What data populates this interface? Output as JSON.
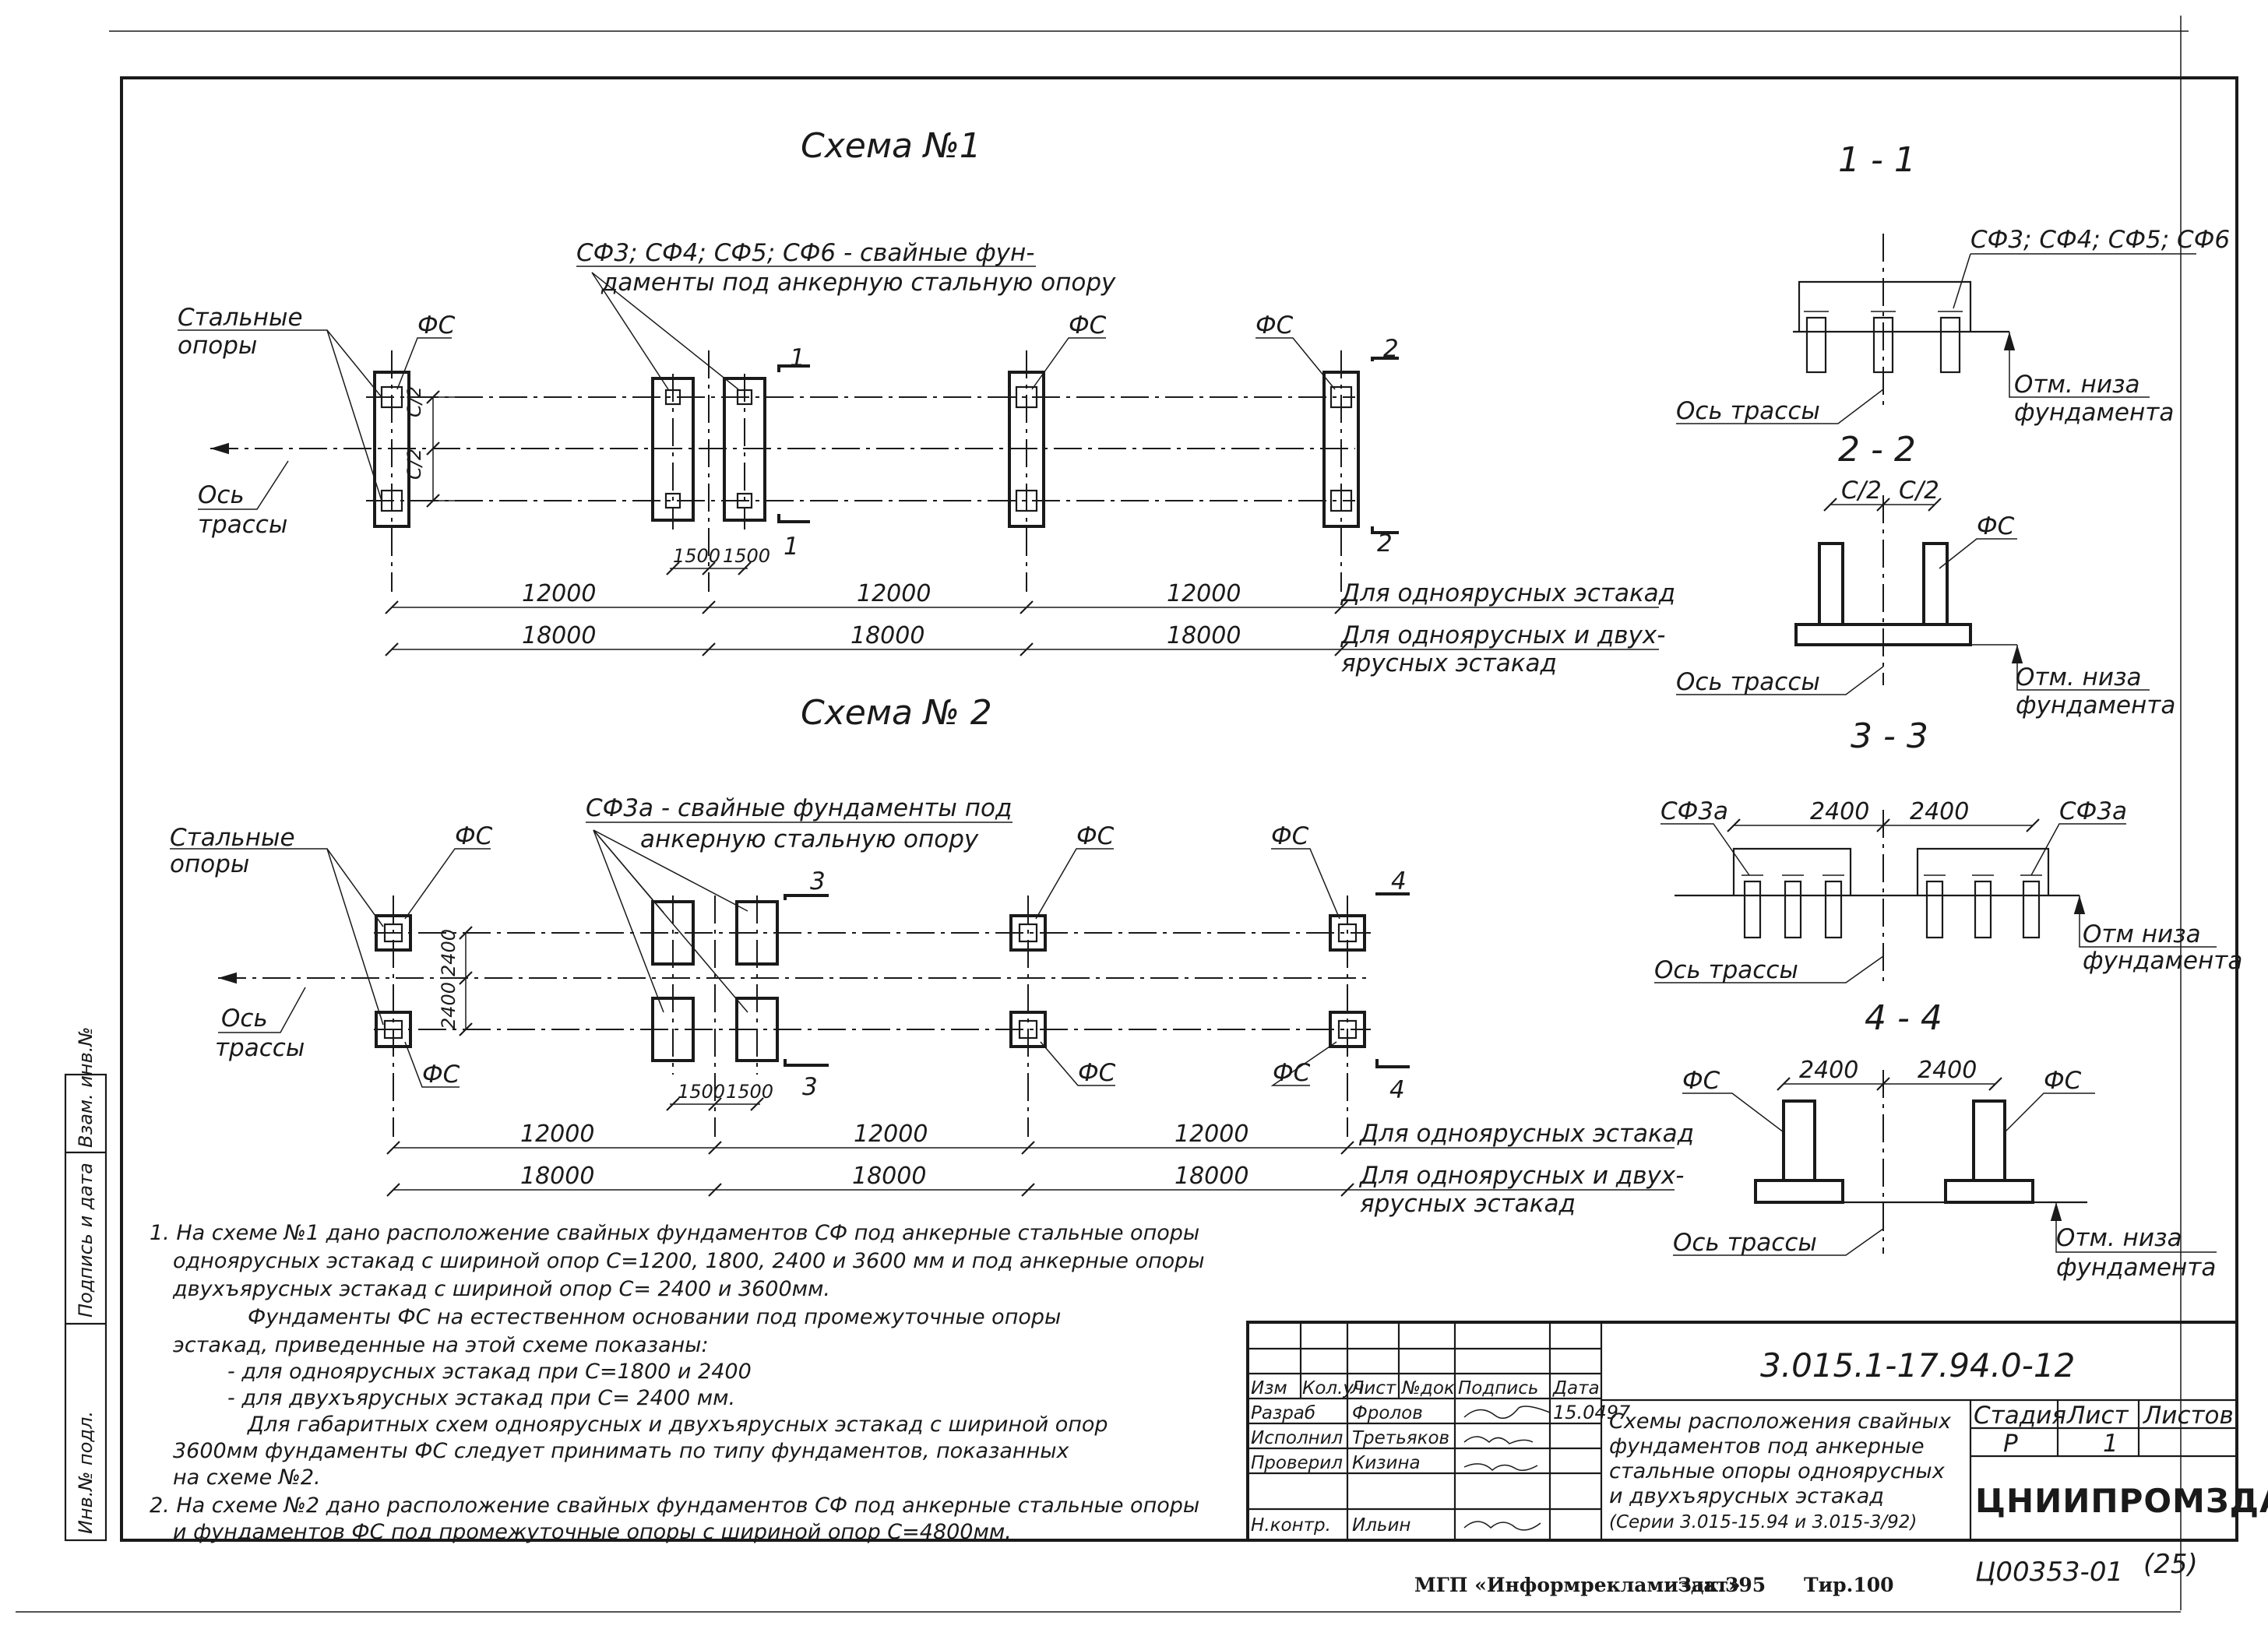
{
  "scheme1": {
    "title": "Схема №1",
    "callout_sf": [
      "СФ3; СФ4; СФ5; СФ6 - свайные фун-",
      "даменты под анкерную стальную опору"
    ],
    "steel_supports": [
      "Стальные",
      "опоры"
    ],
    "axis_label": [
      "Ось",
      "трассы"
    ],
    "fs": "ФС",
    "half_c": "С/2",
    "dim_1500": "1500",
    "section_marks": [
      "1",
      "2"
    ],
    "row1": {
      "values": [
        "12000",
        "12000",
        "12000"
      ],
      "note": "Для одноярусных эстакад"
    },
    "row2": {
      "values": [
        "18000",
        "18000",
        "18000"
      ],
      "note": [
        "Для одноярусных и двух-",
        "ярусных эстакад"
      ]
    }
  },
  "scheme2": {
    "title": "Схема № 2",
    "callout_sf": [
      "СФ3а - свайные фундаменты под",
      "анкерную стальную опору"
    ],
    "steel_supports": [
      "Стальные",
      "опоры"
    ],
    "axis_label": [
      "Ось",
      "трассы"
    ],
    "fs": "ФС",
    "dim_2400": "2400",
    "dim_1500": "1500",
    "section_marks": [
      "3",
      "4"
    ],
    "row1": {
      "values": [
        "12000",
        "12000",
        "12000"
      ],
      "note": "Для одноярусных эстакад"
    },
    "row2": {
      "values": [
        "18000",
        "18000",
        "18000"
      ],
      "note": [
        "Для одноярусных и двух-",
        "ярусных эстакад"
      ]
    }
  },
  "sections": {
    "s1": {
      "title": "1 - 1",
      "label": "СФ3; СФ4; СФ5; СФ6",
      "axis": "Ось трассы",
      "elev": [
        "Отм. низа",
        "фундамента"
      ]
    },
    "s2": {
      "title": "2 - 2",
      "half": "С/2",
      "fs": "ФС",
      "axis": "Ось трассы",
      "elev": [
        "Отм. низа",
        "фундамента"
      ]
    },
    "s3": {
      "title": "3 - 3",
      "left": "СФ3а",
      "right": "СФ3а",
      "d": "2400",
      "axis": "Ось трассы",
      "elev": [
        "Отм низа",
        "фундамента"
      ]
    },
    "s4": {
      "title": "4 - 4",
      "left": "ФС",
      "right": "ФС",
      "d": "2400",
      "axis": "Ось трассы",
      "elev": [
        "Отм. низа",
        "фундамента"
      ]
    }
  },
  "notes": [
    "1. На схеме №1 дано расположение свайных фундаментов СФ под анкерные стальные опоры",
    "одноярусных эстакад с шириной опор С=1200, 1800, 2400 и 3600 мм и под анкерные опоры",
    "двухъярусных эстакад с шириной опор С= 2400 и 3600мм.",
    "Фундаменты ФС на естественном основании под промежуточные опоры",
    "эстакад, приведенные на этой схеме показаны:",
    "- для одноярусных эстакад при С=1800 и 2400",
    "- для двухъярусных эстакад при С= 2400 мм.",
    "Для габаритных схем одноярусных и двухъярусных эстакад с шириной опор",
    "3600мм фундаменты ФС следует принимать по типу фундаментов, показанных",
    "на схеме №2.",
    "2. На схеме №2 дано расположение свайных фундаментов СФ под анкерные стальные опоры",
    "и фундаментов ФС под промежуточные опоры с шириной опор С=4800мм."
  ],
  "side_stamp": [
    "Инв.№ подл.",
    "Подпись и дата",
    "Взам. инв.№"
  ],
  "title_block": {
    "code": "3.015.1-17.94.0-12",
    "header_cells": [
      "Изм",
      "Кол.уч",
      "Лист",
      "№док",
      "Подпись",
      "Дата"
    ],
    "rows": [
      {
        "role": "Разраб",
        "name": "Фролов",
        "date": "15.0497"
      },
      {
        "role": "Исполнил",
        "name": "Третьяков",
        "date": ""
      },
      {
        "role": "Проверил",
        "name": "Кизина",
        "date": ""
      },
      {
        "role": "",
        "name": "",
        "date": ""
      },
      {
        "role": "Н.контр.",
        "name": "Ильин",
        "date": ""
      }
    ],
    "description": [
      "Схемы расположения свайных",
      "фундаментов под анкерные",
      "стальные опоры одноярусных",
      "и двухъярусных эстакад",
      "(Серии 3.015-15.94 и 3.015-3/92)"
    ],
    "stage_label": "Стадия",
    "sheet_label": "Лист",
    "sheets_label": "Листов",
    "stage": "Р",
    "sheet": "1",
    "sheets": "",
    "firm": "ЦНИИПРОМЗДАНИЙ"
  },
  "footer": {
    "publisher": "МГП «Информрекламиздат»",
    "order": "Зак.395",
    "copies": "Тир.100",
    "inventory": "Ц00353-01",
    "page": "(25)"
  }
}
